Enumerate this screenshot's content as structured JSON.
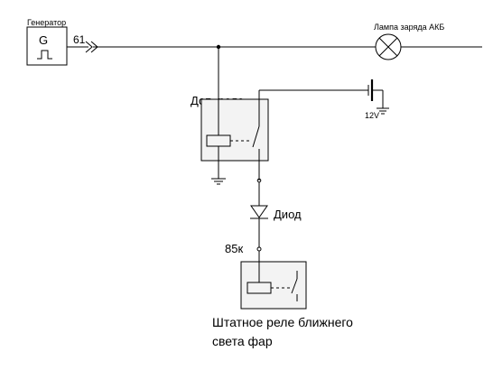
{
  "labels": {
    "generator": "Генератор",
    "generator_letter": "G",
    "terminal_61": "61",
    "lamp": "Лампа заряда АКБ",
    "aux_relay": "Доп. реле",
    "battery_voltage": "12V",
    "diode": "Диод",
    "terminal_85k": "85к",
    "headlight_relay_line1": "Штатное реле ближнего",
    "headlight_relay_line2": "света фар"
  }
}
